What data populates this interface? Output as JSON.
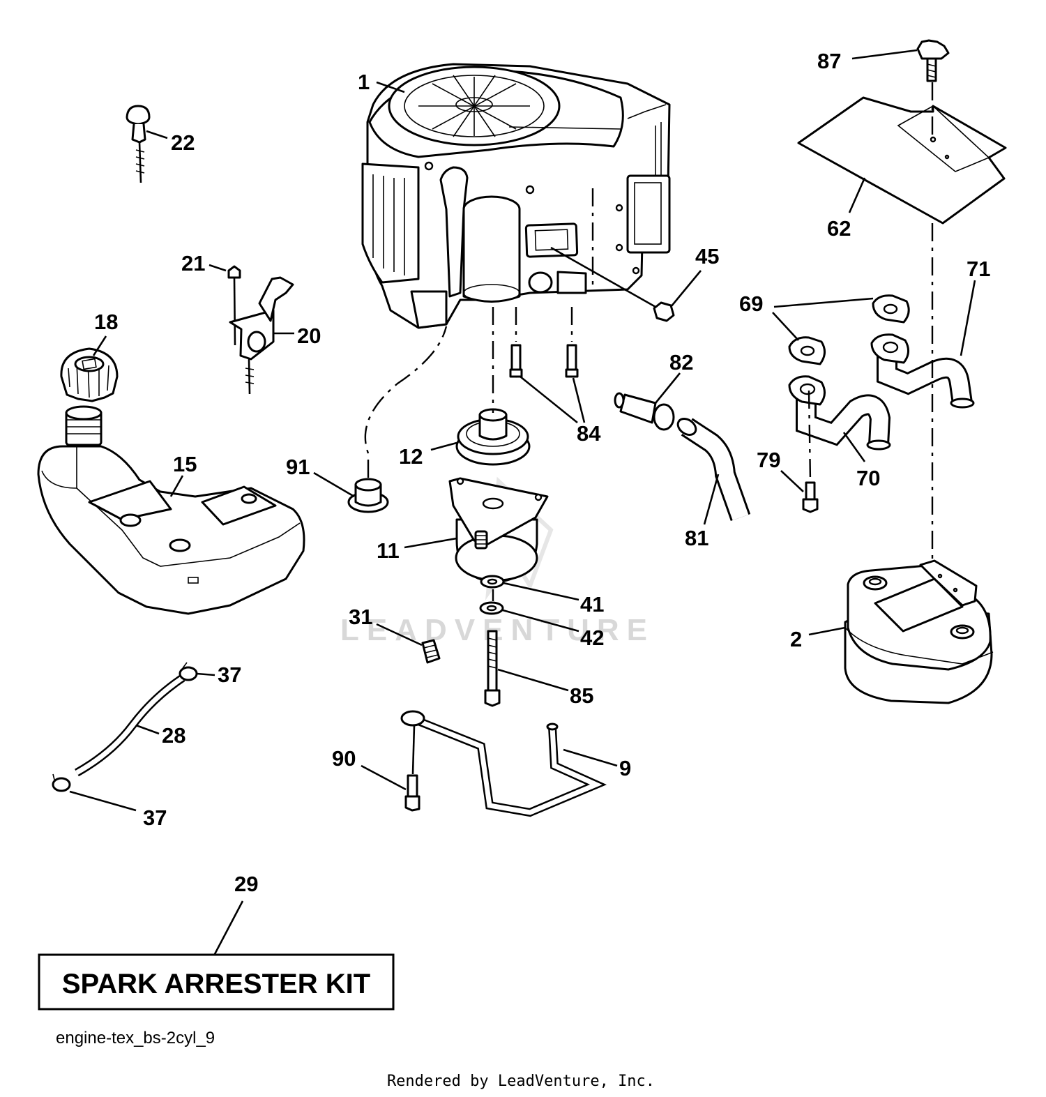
{
  "callouts": {
    "c1": "1",
    "c2": "2",
    "c9": "9",
    "c11": "11",
    "c12": "12",
    "c15": "15",
    "c18": "18",
    "c20": "20",
    "c21": "21",
    "c22": "22",
    "c28": "28",
    "c29": "29",
    "c31": "31",
    "c37a": "37",
    "c37b": "37",
    "c41": "41",
    "c42": "42",
    "c45": "45",
    "c62": "62",
    "c69": "69",
    "c70": "70",
    "c71": "71",
    "c79": "79",
    "c81": "81",
    "c82": "82",
    "c84": "84",
    "c85": "85",
    "c87": "87",
    "c90": "90",
    "c91": "91"
  },
  "kit_box": {
    "label": "SPARK ARRESTER KIT"
  },
  "diagram_code": "engine-tex_bs-2cyl_9",
  "watermark": "LEADVENTURE",
  "footer": {
    "credit": "Rendered by LeadVenture, Inc."
  }
}
